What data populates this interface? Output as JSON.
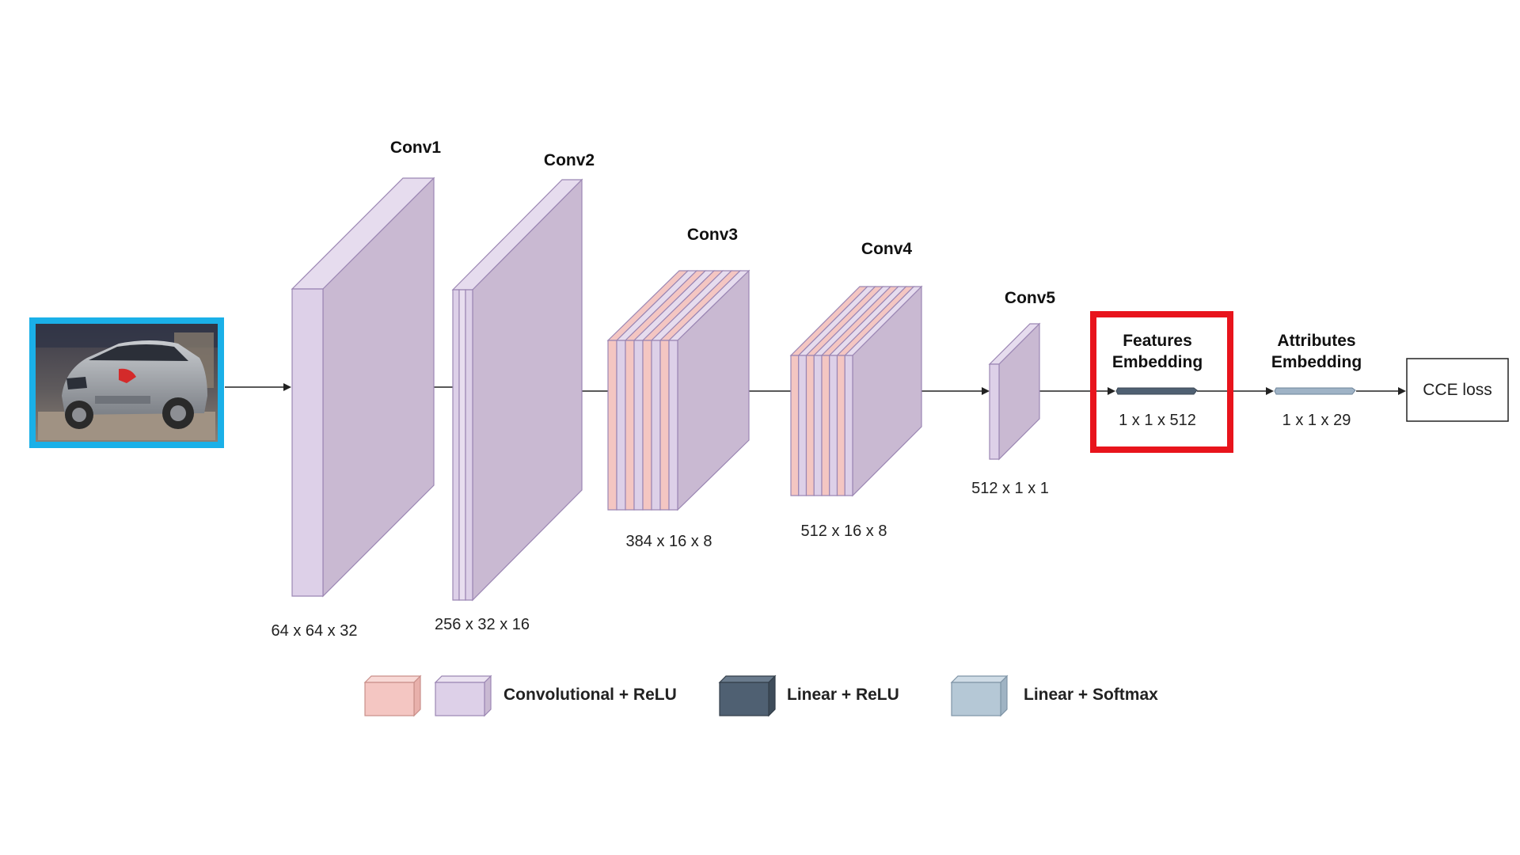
{
  "input_image": {
    "icon": "car-photo-icon",
    "border_color": "#1ab0e8"
  },
  "layers": {
    "conv1": {
      "name": "Conv1",
      "dims": "64 x 64 x 32"
    },
    "conv2": {
      "name": "Conv2",
      "dims": "256 x 32 x 16"
    },
    "conv3": {
      "name": "Conv3",
      "dims": "384 x 16 x 8"
    },
    "conv4": {
      "name": "Conv4",
      "dims": "512 x 16 x 8"
    },
    "conv5": {
      "name": "Conv5",
      "dims": "512 x 1 x 1"
    },
    "features": {
      "name_line1": "Features",
      "name_line2": "Embedding",
      "dims": "1 x 1 x 512",
      "highlight_color": "#e8141c"
    },
    "attributes": {
      "name_line1": "Attributes",
      "name_line2": "Embedding",
      "dims": "1 x 1 x 29"
    },
    "loss": {
      "label": "CCE loss"
    }
  },
  "legend": {
    "conv": {
      "label": "Convolutional + ReLU",
      "colors": [
        "#f4c6c2",
        "#ddd0e8"
      ]
    },
    "linear_relu": {
      "label": "Linear + ReLU",
      "color": "#4f6072"
    },
    "linear_softmax": {
      "label": "Linear + Softmax",
      "color": "#b5c8d6"
    }
  },
  "colors": {
    "purple_front": "#ddd0e8",
    "purple_side": "#c9b9d2",
    "purple_top": "#e6dcee",
    "pink": "#f4c6c2",
    "dark_bar": "#4f6072",
    "light_bar": "#9fb3c6"
  }
}
